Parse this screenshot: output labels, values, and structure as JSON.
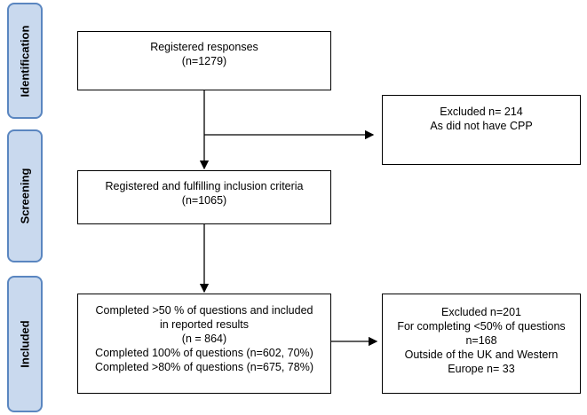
{
  "stages": {
    "identification": "Identification",
    "screening": "Screening",
    "included": "Included"
  },
  "boxes": {
    "registered": {
      "line1": "Registered responses",
      "line2": "(n=1279)"
    },
    "excluded_cpp": {
      "line1": "Excluded n= 214",
      "line2": "As did not have CPP"
    },
    "eligible": {
      "line1": "Registered and fulfilling inclusion criteria",
      "line2": "(n=1065)"
    },
    "included": {
      "line1": "Completed >50  % of questions and included",
      "line2": "in reported results",
      "line3": "(n  = 864)",
      "line4": "Completed 100% of questions (n=602, 70%)",
      "line5": "Completed >80% of questions (n=675, 78%)"
    },
    "excluded_final": {
      "line1": "Excluded n=201",
      "line2": "For completing <50% of questions",
      "line3": "n=168",
      "line4": "Outside of the UK and Western",
      "line5": "Europe n= 33"
    }
  }
}
